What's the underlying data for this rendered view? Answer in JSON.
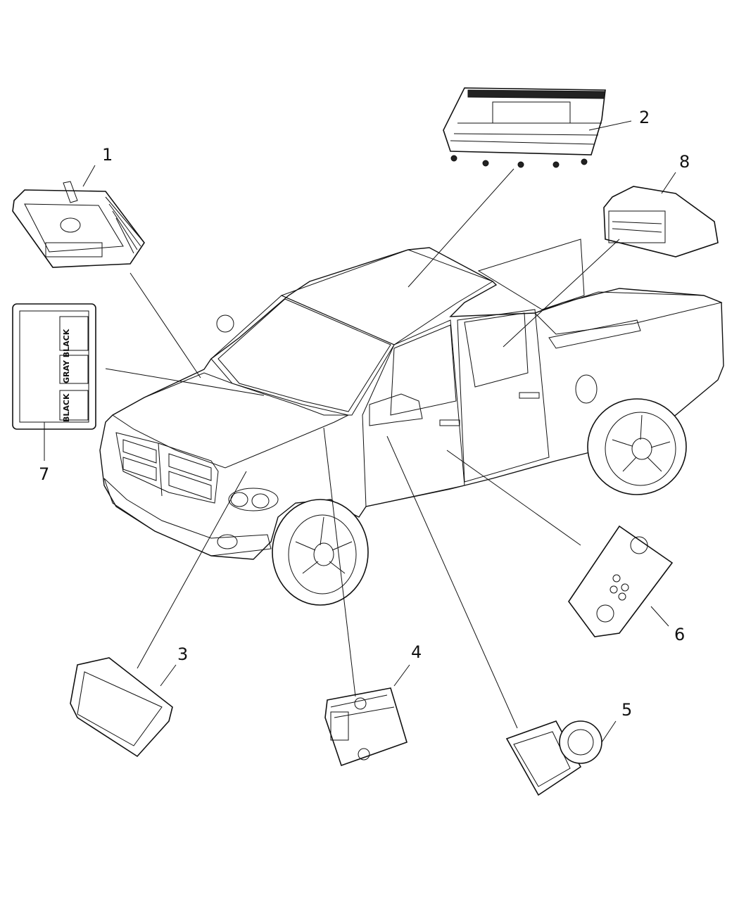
{
  "callouts": [
    {
      "id": "1",
      "label": "1"
    },
    {
      "id": "2",
      "label": "2"
    },
    {
      "id": "3",
      "label": "3"
    },
    {
      "id": "4",
      "label": "4"
    },
    {
      "id": "5",
      "label": "5"
    },
    {
      "id": "6",
      "label": "6"
    },
    {
      "id": "7",
      "label": "7"
    },
    {
      "id": "8",
      "label": "8"
    }
  ],
  "module7_labels": {
    "black": "BLACK",
    "gray_black": "GRAY BLACK",
    "black2": "BLACK"
  }
}
